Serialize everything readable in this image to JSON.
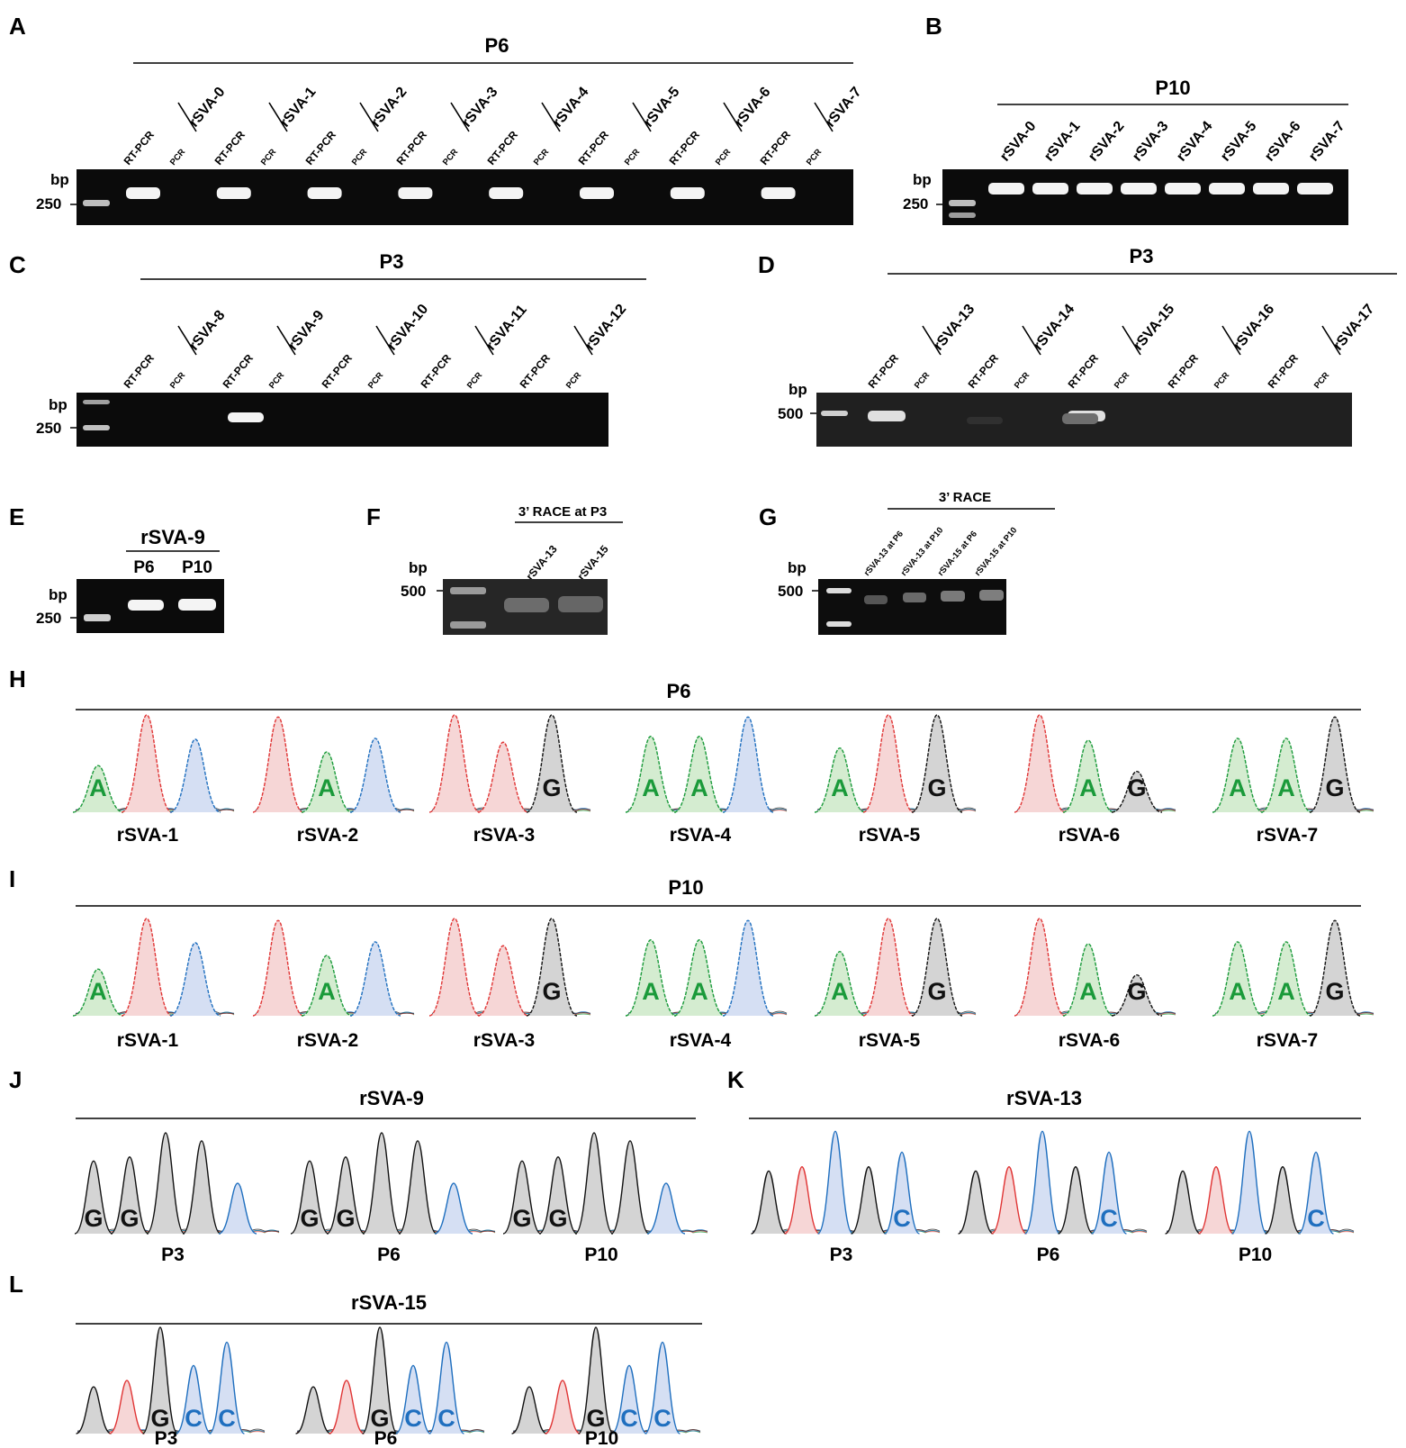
{
  "panels": {
    "A": {
      "label": "A",
      "title": "P6",
      "pairs": [
        {
          "rt": "RT-PCR",
          "pcr": "PCR",
          "name": "rSVA-0"
        },
        {
          "rt": "RT-PCR",
          "pcr": "PCR",
          "name": "rSVA-1"
        },
        {
          "rt": "RT-PCR",
          "pcr": "PCR",
          "name": "rSVA-2"
        },
        {
          "rt": "RT-PCR",
          "pcr": "PCR",
          "name": "rSVA-3"
        },
        {
          "rt": "RT-PCR",
          "pcr": "PCR",
          "name": "rSVA-4"
        },
        {
          "rt": "RT-PCR",
          "pcr": "PCR",
          "name": "rSVA-5"
        },
        {
          "rt": "RT-PCR",
          "pcr": "PCR",
          "name": "rSVA-6"
        },
        {
          "rt": "RT-PCR",
          "pcr": "PCR",
          "name": "rSVA-7"
        }
      ],
      "bp_label": "bp",
      "marker": "250",
      "bands": [
        1,
        0,
        1,
        0,
        1,
        0,
        1,
        0,
        1,
        0,
        1,
        0,
        1,
        0,
        1,
        0
      ]
    },
    "B": {
      "label": "B",
      "title": "P10",
      "lanes": [
        "rSVA-0",
        "rSVA-1",
        "rSVA-2",
        "rSVA-3",
        "rSVA-4",
        "rSVA-5",
        "rSVA-6",
        "rSVA-7"
      ],
      "bp_label": "bp",
      "marker": "250",
      "bands": [
        1,
        1,
        1,
        1,
        1,
        1,
        1,
        1
      ]
    },
    "C": {
      "label": "C",
      "title": "P3",
      "pairs": [
        {
          "rt": "RT-PCR",
          "pcr": "PCR",
          "name": "rSVA-8"
        },
        {
          "rt": "RT-PCR",
          "pcr": "PCR",
          "name": "rSVA-9"
        },
        {
          "rt": "RT-PCR",
          "pcr": "PCR",
          "name": "rSVA-10"
        },
        {
          "rt": "RT-PCR",
          "pcr": "PCR",
          "name": "rSVA-11"
        },
        {
          "rt": "RT-PCR",
          "pcr": "PCR",
          "name": "rSVA-12"
        }
      ],
      "bp_label": "bp",
      "marker": "250",
      "bands": [
        0,
        0,
        1,
        0,
        0,
        0,
        0,
        0,
        0,
        0
      ]
    },
    "D": {
      "label": "D",
      "title": "P3",
      "pairs": [
        {
          "rt": "RT-PCR",
          "pcr": "PCR",
          "name": "rSVA-13"
        },
        {
          "rt": "RT-PCR",
          "pcr": "PCR",
          "name": "rSVA-14"
        },
        {
          "rt": "RT-PCR",
          "pcr": "PCR",
          "name": "rSVA-15"
        },
        {
          "rt": "RT-PCR",
          "pcr": "PCR",
          "name": "rSVA-16"
        },
        {
          "rt": "RT-PCR",
          "pcr": "PCR",
          "name": "rSVA-17"
        }
      ],
      "bp_label": "bp",
      "marker": "500",
      "bands": [
        1,
        0,
        0,
        0,
        1,
        0,
        0,
        0,
        0,
        0
      ]
    },
    "E": {
      "label": "E",
      "title": "rSVA-9",
      "lanes": [
        "P6",
        "P10"
      ],
      "bp_label": "bp",
      "marker": "250"
    },
    "F": {
      "label": "F",
      "title": "3’ RACE at P3",
      "lanes": [
        "rSVA-13",
        "rSVA-15"
      ],
      "bp_label": "bp",
      "marker": "500"
    },
    "G": {
      "label": "G",
      "title": "3’ RACE",
      "lanes": [
        "rSVA-13 at P6",
        "rSVA-13 at P10",
        "rSVA-15 at P6",
        "rSVA-15 at P10"
      ],
      "bp_label": "bp",
      "marker": "500"
    },
    "H": {
      "label": "H",
      "title": "P6",
      "captions": [
        "rSVA-1",
        "rSVA-2",
        "rSVA-3",
        "rSVA-4",
        "rSVA-5",
        "rSVA-6",
        "rSVA-7"
      ],
      "base_calls": [
        [
          "A"
        ],
        [
          "A"
        ],
        [
          "G"
        ],
        [
          "A",
          "A"
        ],
        [
          "A",
          "G"
        ],
        [
          "A",
          "G"
        ],
        [
          "A",
          "A",
          "G"
        ]
      ]
    },
    "I": {
      "label": "I",
      "title": "P10",
      "captions": [
        "rSVA-1",
        "rSVA-2",
        "rSVA-3",
        "rSVA-4",
        "rSVA-5",
        "rSVA-6",
        "rSVA-7"
      ],
      "base_calls": [
        [
          "A"
        ],
        [
          "A"
        ],
        [
          "G"
        ],
        [
          "A",
          "A"
        ],
        [
          "A",
          "G"
        ],
        [
          "A",
          "G"
        ],
        [
          "A",
          "A",
          "G"
        ]
      ]
    },
    "J": {
      "label": "J",
      "title": "rSVA-9",
      "captions": [
        "P3",
        "P6",
        "P10"
      ],
      "base_calls": [
        "G",
        "G"
      ]
    },
    "K": {
      "label": "K",
      "title": "rSVA-13",
      "captions": [
        "P3",
        "P6",
        "P10"
      ],
      "base_calls": [
        "C"
      ]
    },
    "L": {
      "label": "L",
      "title": "rSVA-15",
      "captions": [
        "P3",
        "P6",
        "P10"
      ],
      "base_calls": [
        "G",
        "C",
        "C"
      ]
    }
  },
  "colors": {
    "A": "#1a9a3a",
    "T": "#e03535",
    "C": "#1f6fbf",
    "G": "#111111",
    "fill_A": "#d4ecd0",
    "fill_T": "#f6d6d6",
    "fill_C": "#d5dff3",
    "fill_G": "#d4d4d4",
    "gel": "#0b0b0b",
    "band": "#f4f4f4"
  }
}
